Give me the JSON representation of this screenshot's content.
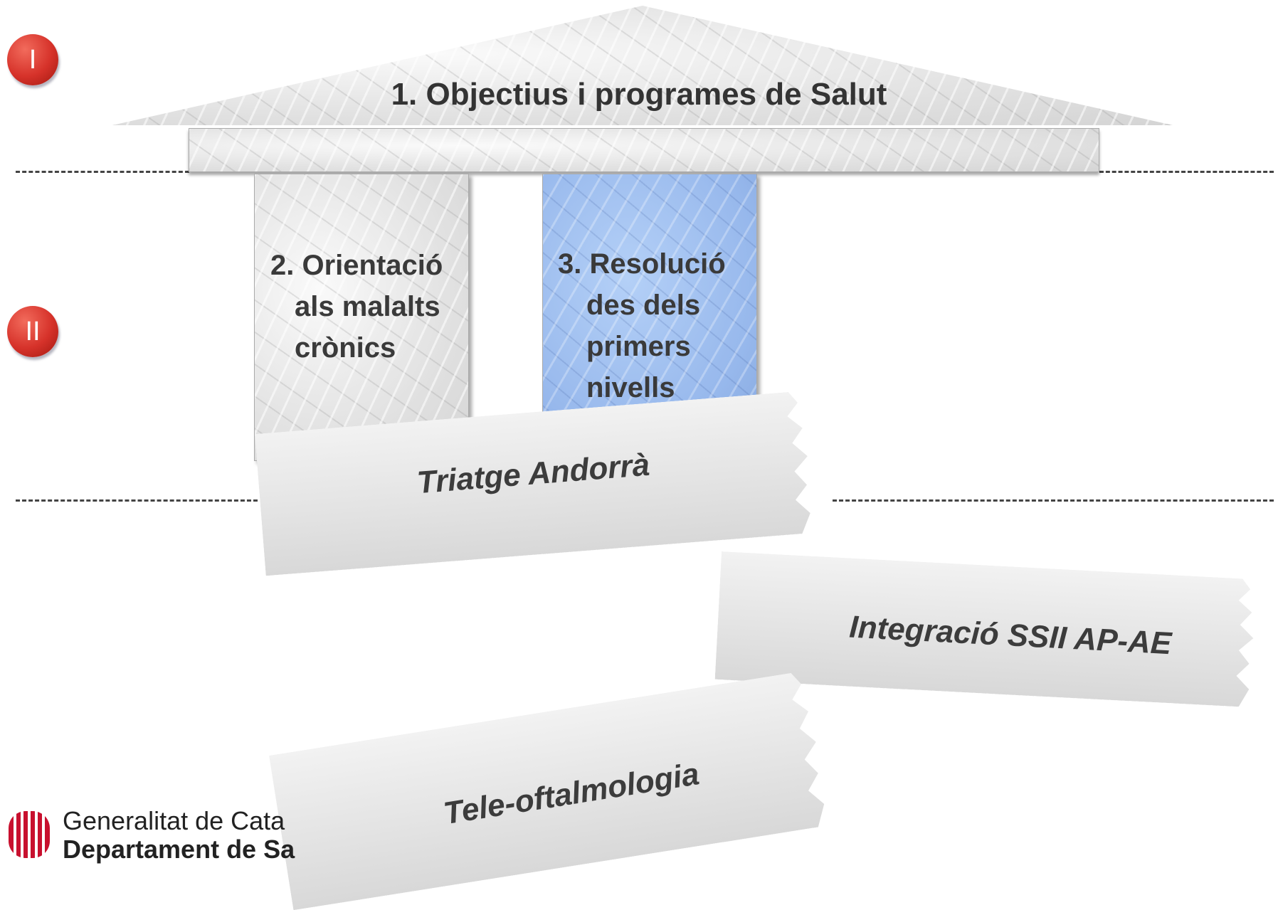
{
  "levels": {
    "badge_1": "I",
    "badge_2": "II"
  },
  "temple": {
    "roof_title": "1. Objectius i programes de Salut",
    "column_1": [
      "2. Orientació",
      "als malalts",
      "crònics"
    ],
    "column_2": [
      "3. Resolució",
      "des dels",
      "primers",
      "nivells"
    ]
  },
  "papers": {
    "paper_1": "Triatge Andorrà",
    "paper_2": "Integració SSII AP-AE",
    "paper_3": "Tele-oftalmologia"
  },
  "logo": {
    "line_1": "Generalitat de Cata",
    "line_2": "Departament de Sa"
  },
  "colors": {
    "badge_red": "#d6322a",
    "highlight_column": "#9ebff0",
    "marble": "#e6e6e6",
    "logo_red": "#c8102e"
  }
}
